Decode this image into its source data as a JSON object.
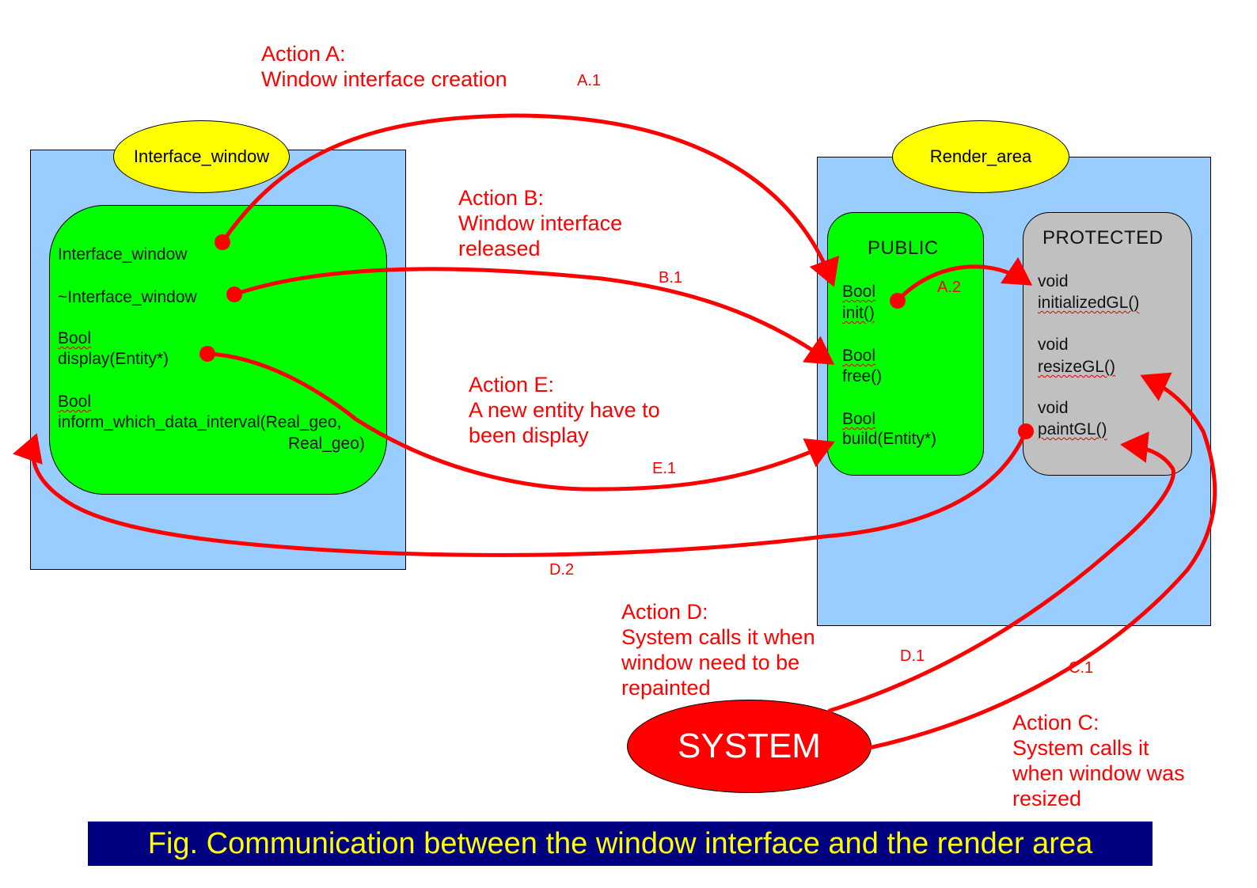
{
  "colors": {
    "panel": "#99ccff",
    "class_label": "#ffff00",
    "public": "#00ff00",
    "protected": "#c0c0c0",
    "arrow": "#ff0000",
    "system": "#ff0000",
    "caption_bg": "#000080",
    "caption_text": "#ffff00"
  },
  "interface_window": {
    "label": "Interface_window",
    "members": [
      {
        "line1": "Interface_window"
      },
      {
        "line1": "~Interface_window"
      },
      {
        "type": "Bool",
        "line1": "display(Entity*)"
      },
      {
        "type": "Bool",
        "line1": "inform_which_data_interval(Real_geo,",
        "line2": "Real_geo)"
      }
    ]
  },
  "render_area": {
    "label": "Render_area",
    "public": {
      "title": "PUBLIC",
      "members": [
        {
          "type": "Bool",
          "name": "init()"
        },
        {
          "type": "Bool",
          "name": "free()"
        },
        {
          "type": "Bool",
          "name": "build(Entity*)"
        }
      ]
    },
    "protected": {
      "title": "PROTECTED",
      "members": [
        {
          "type": "void",
          "name": "initializedGL()"
        },
        {
          "type": "void",
          "name": "resizeGL()"
        },
        {
          "type": "void",
          "name": "paintGL()"
        }
      ]
    }
  },
  "actions": {
    "a": "Action A:\nWindow interface creation",
    "b": "Action B:\nWindow interface\nreleased",
    "e": "Action E:\nA new entity have to\nbeen display",
    "d": "Action D:\nSystem calls it when\nwindow need to be\nrepainted",
    "c": "Action C:\nSystem calls it\nwhen window was\nresized"
  },
  "steps": {
    "a1": "A.1",
    "a2": "A.2",
    "b1": "B.1",
    "e1": "E.1",
    "d1": "D.1",
    "d2": "D.2",
    "c1": "C.1"
  },
  "system": {
    "label": "SYSTEM"
  },
  "caption": "Fig. Communication between the window interface and the render area"
}
